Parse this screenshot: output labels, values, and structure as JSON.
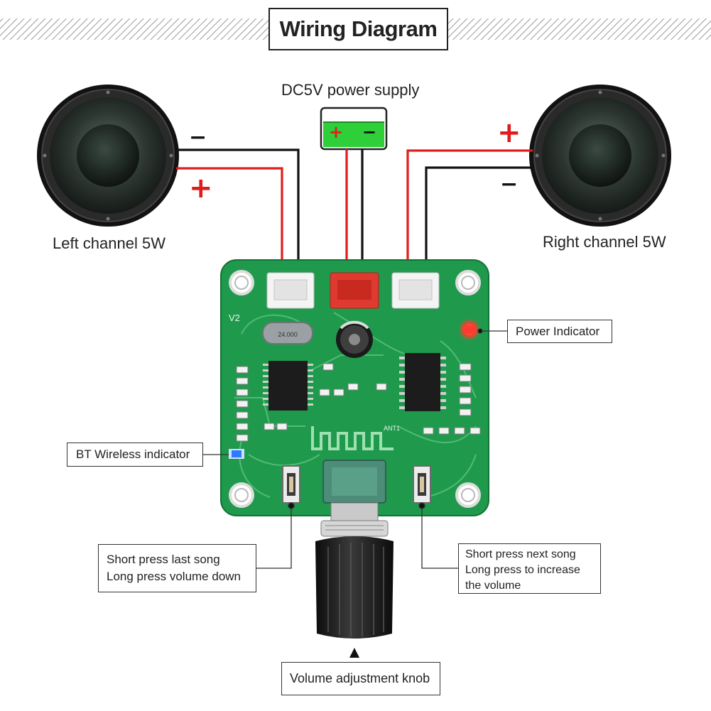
{
  "title": "Wiring Diagram",
  "power_label": "DC5V power supply",
  "left_label": "Left channel 5W",
  "right_label": "Right channel 5W",
  "power_indicator": "Power Indicator",
  "bt_indicator": "BT Wireless indicator",
  "left_button": {
    "line1": "Short press last song",
    "line2": "Long press volume down"
  },
  "right_button": {
    "line1": "Short press next song",
    "line2": "Long press to increase",
    "line3": "the volume"
  },
  "knob_label": "Volume adjustment knob",
  "signs": {
    "plus": "+",
    "minus": "−"
  },
  "pcb_text": {
    "version": "V2",
    "crystal": "24.000",
    "antenna": "ANT1"
  },
  "colors": {
    "wire_red": "#e01d1d",
    "wire_black": "#111111",
    "pcb_green": "#1f9a4c",
    "connector_red": "#e03a30",
    "battery_green": "#2fcf3a",
    "led_red": "#ff3b2f",
    "led_blue": "#2f7bff"
  }
}
